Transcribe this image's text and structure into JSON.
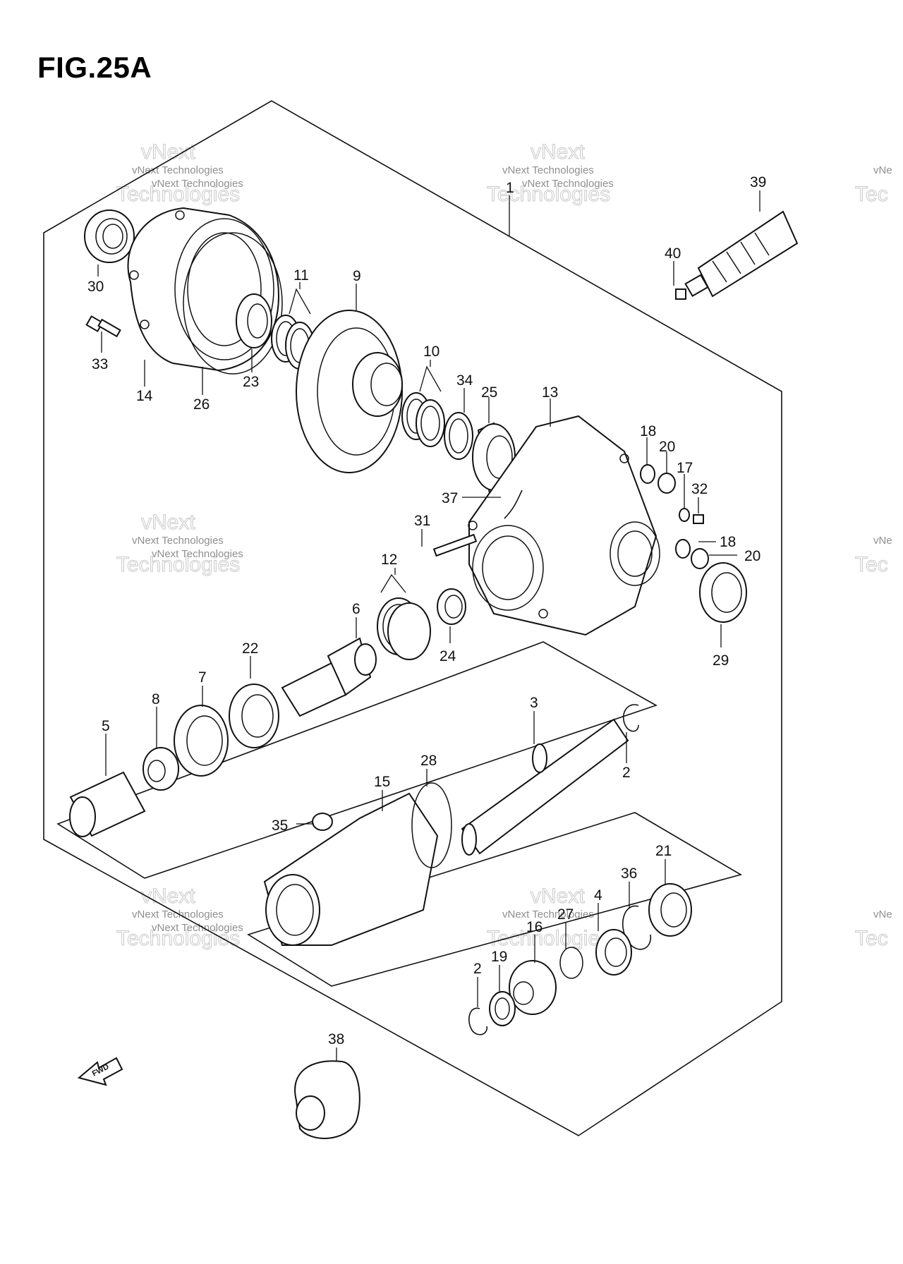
{
  "figure": {
    "title": "FIG.25A"
  },
  "watermark": {
    "small": "vNext Technologies",
    "line1": "vNext",
    "line2": "Technologies",
    "edge_small": "vNe",
    "edge_big": "Tec"
  },
  "fwd_label": "FWD",
  "callouts": {
    "p1": "1",
    "p2a": "2",
    "p2b": "2",
    "p3": "3",
    "p4": "4",
    "p5": "5",
    "p6": "6",
    "p7": "7",
    "p8": "8",
    "p9": "9",
    "p10": "10",
    "p11": "11",
    "p12": "12",
    "p13": "13",
    "p14": "14",
    "p15": "15",
    "p16": "16",
    "p17": "17",
    "p18a": "18",
    "p18b": "18",
    "p19": "19",
    "p20a": "20",
    "p20b": "20",
    "p21": "21",
    "p22": "22",
    "p23": "23",
    "p24": "24",
    "p25": "25",
    "p26": "26",
    "p27": "27",
    "p28": "28",
    "p29": "29",
    "p30": "30",
    "p31": "31",
    "p32": "32",
    "p33": "33",
    "p34": "34",
    "p35": "35",
    "p36": "36",
    "p37": "37",
    "p38": "38",
    "p39": "39",
    "p40": "40"
  }
}
